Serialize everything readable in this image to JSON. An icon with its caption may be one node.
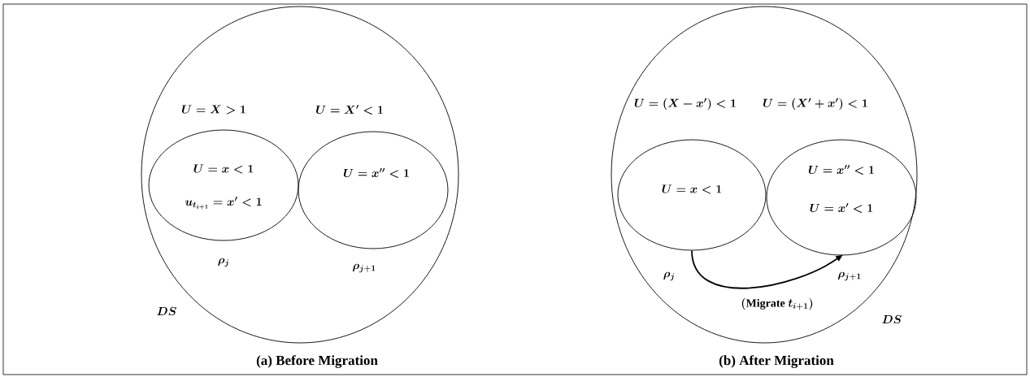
{
  "diagram": {
    "nodes": [
      {
        "text": [
          "U = X > 1",
          "U = X' < 1"
        ],
        "beside": [
          "DS"
        ]
      },
      {
        "text": [
          "U = x < 1",
          "u_{t_{i+1}} = x' < 1"
        ],
        "beside": [
          "\\rho_{j}"
        ],
        "in": 0
      },
      {
        "text": [
          "U = x'' < 1"
        ],
        "beside": [
          "\\rho_{j+1}"
        ],
        "in": 0
      },
      {
        "text": [
          "U = (X - x') < 1",
          "U = (X' + x') < 1"
        ],
        "beside": [
          "DS"
        ]
      },
      {
        "text": [
          "U = x < 1"
        ],
        "beside": [
          "\\rho_{j}"
        ],
        "in": 3
      },
      {
        "text": [
          "U = x'' < 1",
          "U = x' < 1"
        ],
        "beside": [
          "\\rho_{j+1}"
        ],
        "in": 3
      }
    ],
    "edges": [
      {
        "from": 4,
        "to": 5,
        "arrow": "to",
        "label": "(\\mathrm{Migrate}\\ t_{i+1})"
      }
    ],
    "labels": [
      "(a) Before Migration",
      "(b) After Migration"
    ]
  }
}
